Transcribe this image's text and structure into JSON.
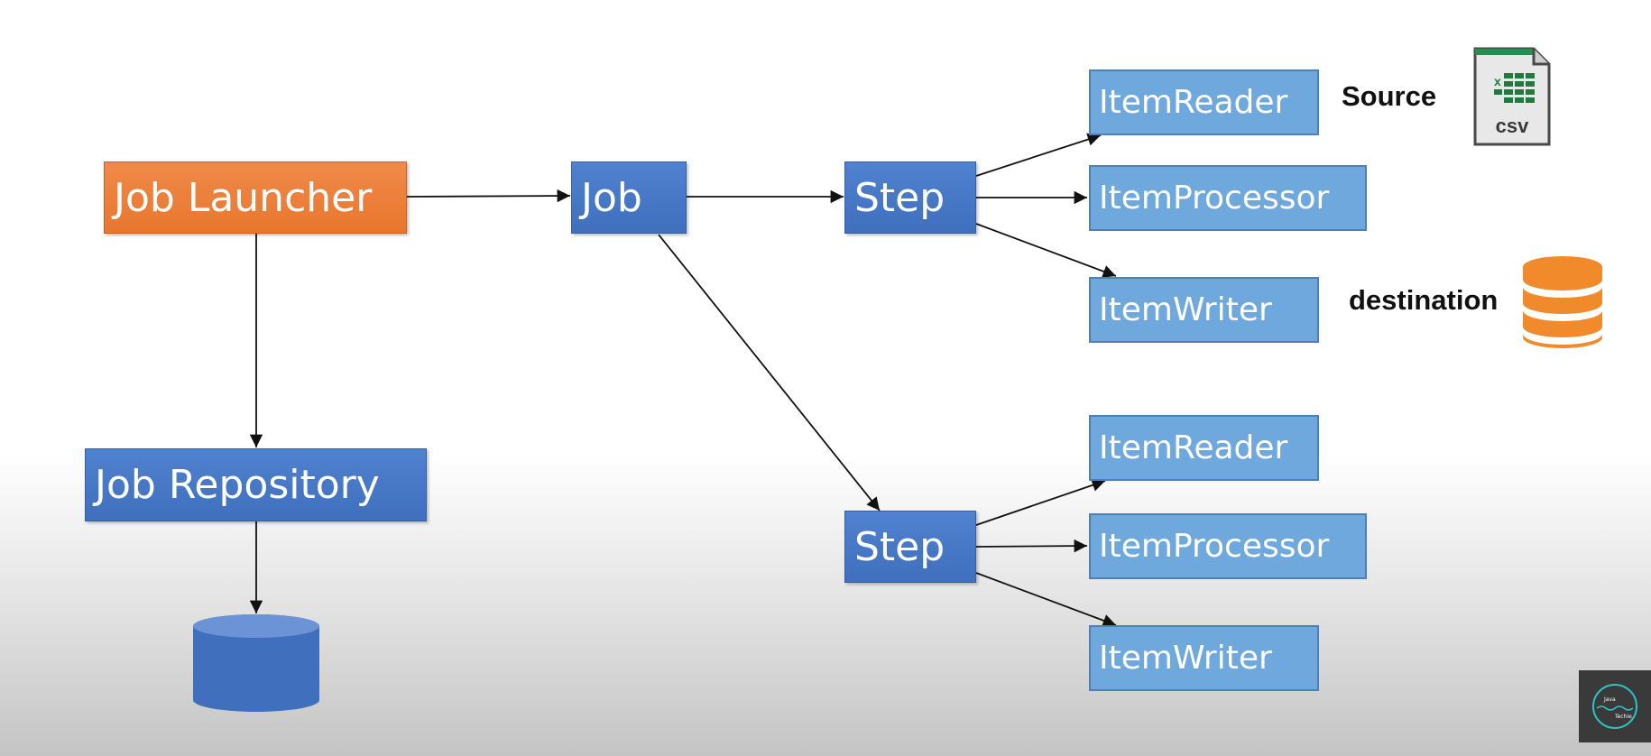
{
  "nodes": {
    "job_launcher": "Job Launcher",
    "job": "Job",
    "job_repository": "Job Repository",
    "step_1": "Step",
    "step_2": "Step"
  },
  "step_1_items": {
    "reader": "ItemReader",
    "processor": "ItemProcessor",
    "writer": "ItemWriter"
  },
  "step_2_items": {
    "reader": "ItemReader",
    "processor": "ItemProcessor",
    "writer": "ItemWriter"
  },
  "labels": {
    "source": "Source",
    "destination": "destination",
    "csv": "csv",
    "csv_sheet_mark": "x"
  },
  "badge": {
    "line1": "Java",
    "line2": "Techie"
  },
  "colors": {
    "orange": "#e8772e",
    "blue": "#4a7cc9",
    "light_blue": "#6fa8dc",
    "csv_green": "#1f7a3e",
    "database_orange": "#f08a2a"
  }
}
